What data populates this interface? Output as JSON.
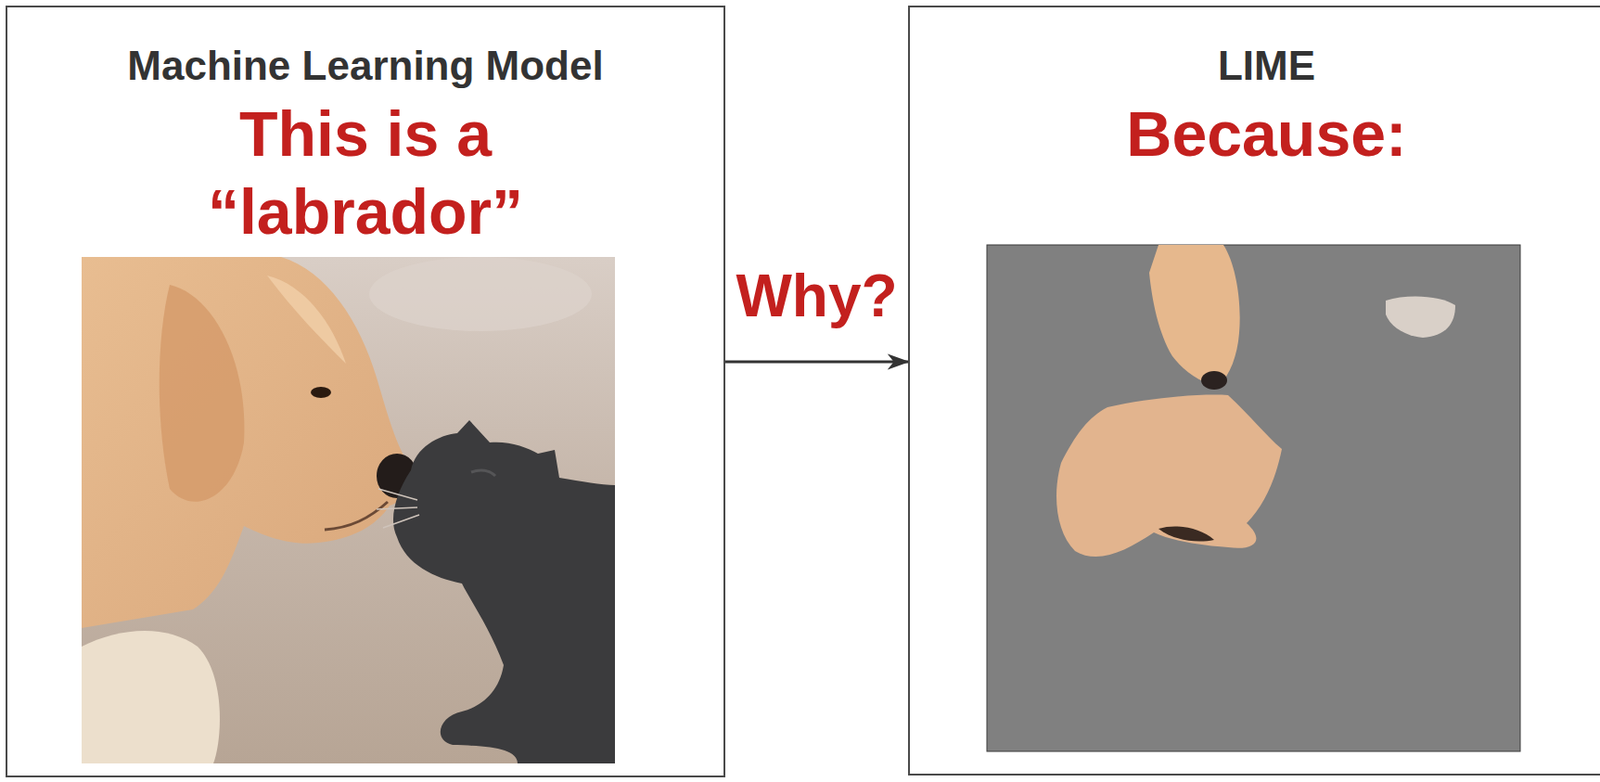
{
  "diagram": {
    "nodes": [
      {
        "text": [
          "Machine Learning Model",
          "This is a “labrador”"
        ]
      },
      {
        "text": [
          "LIME",
          "Because:"
        ]
      }
    ],
    "edges": [
      {
        "from": 0,
        "to": 1,
        "arrow": "to",
        "label": "Why?"
      }
    ]
  }
}
